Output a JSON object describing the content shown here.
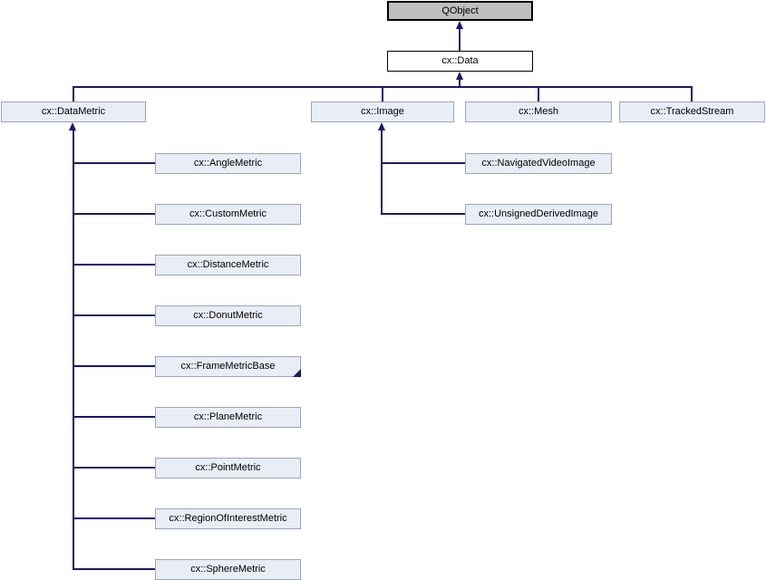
{
  "diagram": {
    "type": "class-inheritance-diagram",
    "colors": {
      "edge_line": "#191970",
      "root_fill": "#bfbfbf",
      "root_border": "#000000",
      "plain_fill": "#ffffff",
      "plain_border": "#000000",
      "node_fill": "#e8edf6",
      "node_border": "#9ca4c2",
      "text": "#000000",
      "background": "#ffffff"
    },
    "nodes": {
      "root": "QObject",
      "level1": "cx::Data",
      "level2": [
        "cx::DataMetric",
        "cx::Image",
        "cx::Mesh",
        "cx::TrackedStream"
      ],
      "datametric_children": [
        "cx::AngleMetric",
        "cx::CustomMetric",
        "cx::DistanceMetric",
        "cx::DonutMetric",
        "cx::FrameMetricBase",
        "cx::PlaneMetric",
        "cx::PointMetric",
        "cx::RegionOfInterestMetric",
        "cx::SphereMetric"
      ],
      "image_children": [
        "cx::NavigatedVideoImage",
        "cx::UnsignedDerivedImage"
      ]
    },
    "edges": [
      {
        "from": "cx::Data",
        "to": "QObject"
      },
      {
        "from": "cx::DataMetric",
        "to": "cx::Data"
      },
      {
        "from": "cx::Image",
        "to": "cx::Data"
      },
      {
        "from": "cx::Mesh",
        "to": "cx::Data"
      },
      {
        "from": "cx::TrackedStream",
        "to": "cx::Data"
      },
      {
        "from": "cx::AngleMetric",
        "to": "cx::DataMetric"
      },
      {
        "from": "cx::CustomMetric",
        "to": "cx::DataMetric"
      },
      {
        "from": "cx::DistanceMetric",
        "to": "cx::DataMetric"
      },
      {
        "from": "cx::DonutMetric",
        "to": "cx::DataMetric"
      },
      {
        "from": "cx::FrameMetricBase",
        "to": "cx::DataMetric"
      },
      {
        "from": "cx::PlaneMetric",
        "to": "cx::DataMetric"
      },
      {
        "from": "cx::PointMetric",
        "to": "cx::DataMetric"
      },
      {
        "from": "cx::RegionOfInterestMetric",
        "to": "cx::DataMetric"
      },
      {
        "from": "cx::SphereMetric",
        "to": "cx::DataMetric"
      },
      {
        "from": "cx::NavigatedVideoImage",
        "to": "cx::Image"
      },
      {
        "from": "cx::UnsignedDerivedImage",
        "to": "cx::Image"
      }
    ],
    "markers": {
      "truncated_node": "cx::FrameMetricBase"
    }
  }
}
